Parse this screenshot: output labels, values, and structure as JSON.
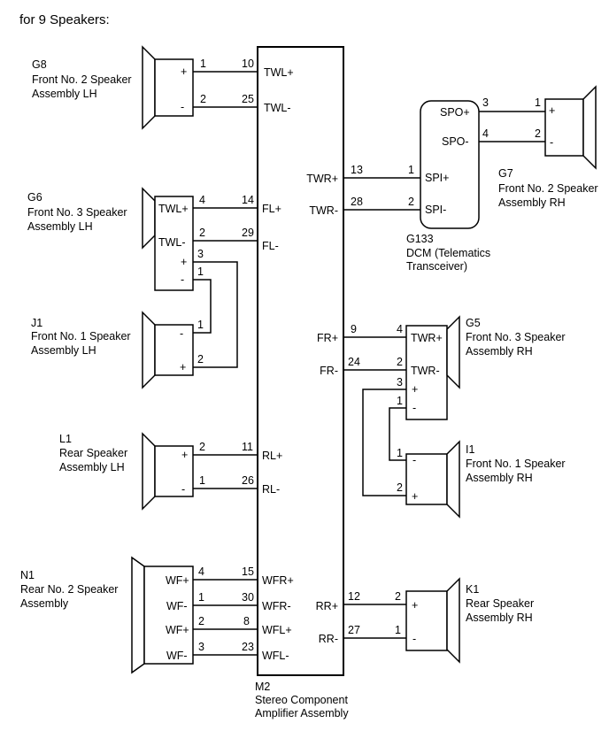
{
  "header": {
    "title": "for 9 Speakers:"
  },
  "amplifier": {
    "code": "M2",
    "name_line1": "Stereo Component",
    "name_line2": "Amplifier Assembly"
  },
  "dcm": {
    "code": "G133",
    "name_line1": "DCM (Telematics",
    "name_line2": "Transceiver)",
    "pins": {
      "spo_pos": "SPO+",
      "spo_neg": "SPO-",
      "spi_pos": "SPI+",
      "spi_neg": "SPI-"
    }
  },
  "speakers": {
    "g8": {
      "code": "G8",
      "line1": "Front No. 2 Speaker",
      "line2": "Assembly LH"
    },
    "g6": {
      "code": "G6",
      "line1": "Front No. 3 Speaker",
      "line2": "Assembly LH"
    },
    "j1": {
      "code": "J1",
      "line1": "Front No. 1 Speaker",
      "line2": "Assembly LH"
    },
    "l1": {
      "code": "L1",
      "line1": "Rear Speaker",
      "line2": "Assembly LH"
    },
    "n1": {
      "code": "N1",
      "line1": "Rear No. 2 Speaker",
      "line2": "Assembly"
    },
    "g7": {
      "code": "G7",
      "line1": "Front No. 2 Speaker",
      "line2": "Assembly RH"
    },
    "g5": {
      "code": "G5",
      "line1": "Front No. 3 Speaker",
      "line2": "Assembly RH"
    },
    "i1": {
      "code": "I1",
      "line1": "Front No. 1 Speaker",
      "line2": "Assembly RH"
    },
    "k1": {
      "code": "K1",
      "line1": "Rear Speaker",
      "line2": "Assembly RH"
    }
  },
  "terminals": {
    "plus": "+",
    "minus": "-",
    "twl_pos": "TWL+",
    "twl_neg": "TWL-",
    "twr_pos": "TWR+",
    "twr_neg": "TWR-",
    "wf_pos": "WF+",
    "wf_neg": "WF-"
  },
  "amp_pins": {
    "twl_pos": "TWL+",
    "twl_neg": "TWL-",
    "fl_pos": "FL+",
    "fl_neg": "FL-",
    "rl_pos": "RL+",
    "rl_neg": "RL-",
    "wfr_pos": "WFR+",
    "wfr_neg": "WFR-",
    "wfl_pos": "WFL+",
    "wfl_neg": "WFL-",
    "twr_pos": "TWR+",
    "twr_neg": "TWR-",
    "fr_pos": "FR+",
    "fr_neg": "FR-",
    "rr_pos": "RR+",
    "rr_neg": "RR-"
  },
  "pin_numbers": {
    "g8_1": "1",
    "g8_2": "2",
    "m2_10": "10",
    "m2_25": "25",
    "g6_4": "4",
    "g6_2": "2",
    "g6_3": "3",
    "g6_1": "1",
    "m2_14": "14",
    "m2_29": "29",
    "j1_1": "1",
    "j1_2": "2",
    "l1_2": "2",
    "l1_1": "1",
    "m2_11": "11",
    "m2_26": "26",
    "n1_4": "4",
    "n1_1": "1",
    "n1_2": "2",
    "n1_3": "3",
    "m2_15": "15",
    "m2_30": "30",
    "m2_8": "8",
    "m2_23": "23",
    "g7_3": "3",
    "g7_4": "4",
    "g7_1": "1",
    "g7_2": "2",
    "m2_13": "13",
    "m2_28": "28",
    "g133_1": "1",
    "g133_2": "2",
    "m2_9": "9",
    "m2_24": "24",
    "g5_4": "4",
    "g5_2": "2",
    "g5_3": "3",
    "g5_1": "1",
    "i1_1": "1",
    "i1_2": "2",
    "m2_12": "12",
    "m2_27": "27",
    "k1_2": "2",
    "k1_1": "1"
  }
}
